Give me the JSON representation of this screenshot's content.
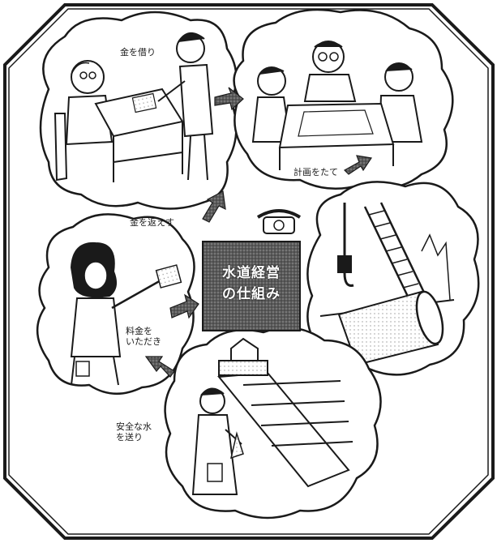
{
  "center_title": {
    "line1": "水道経営",
    "line2": "の仕組み"
  },
  "steps": [
    {
      "id": "borrow",
      "label": "金を借り"
    },
    {
      "id": "plan",
      "label": "計画をたて"
    },
    {
      "id": "build",
      "label": ""
    },
    {
      "id": "send_water",
      "label": "安全な水\nを送り"
    },
    {
      "id": "collect_fee",
      "label": "料金を\nいただき"
    },
    {
      "id": "repay",
      "label": "金を返えす"
    }
  ],
  "colors": {
    "ink": "#1a1a1a",
    "shade": "#6a6a6a",
    "paper": "#ffffff",
    "title_box": "#4a4a4a"
  },
  "icons": [
    "telephone-icon",
    "arrow-icon",
    "crane-hook-icon",
    "water-pipe-icon"
  ]
}
